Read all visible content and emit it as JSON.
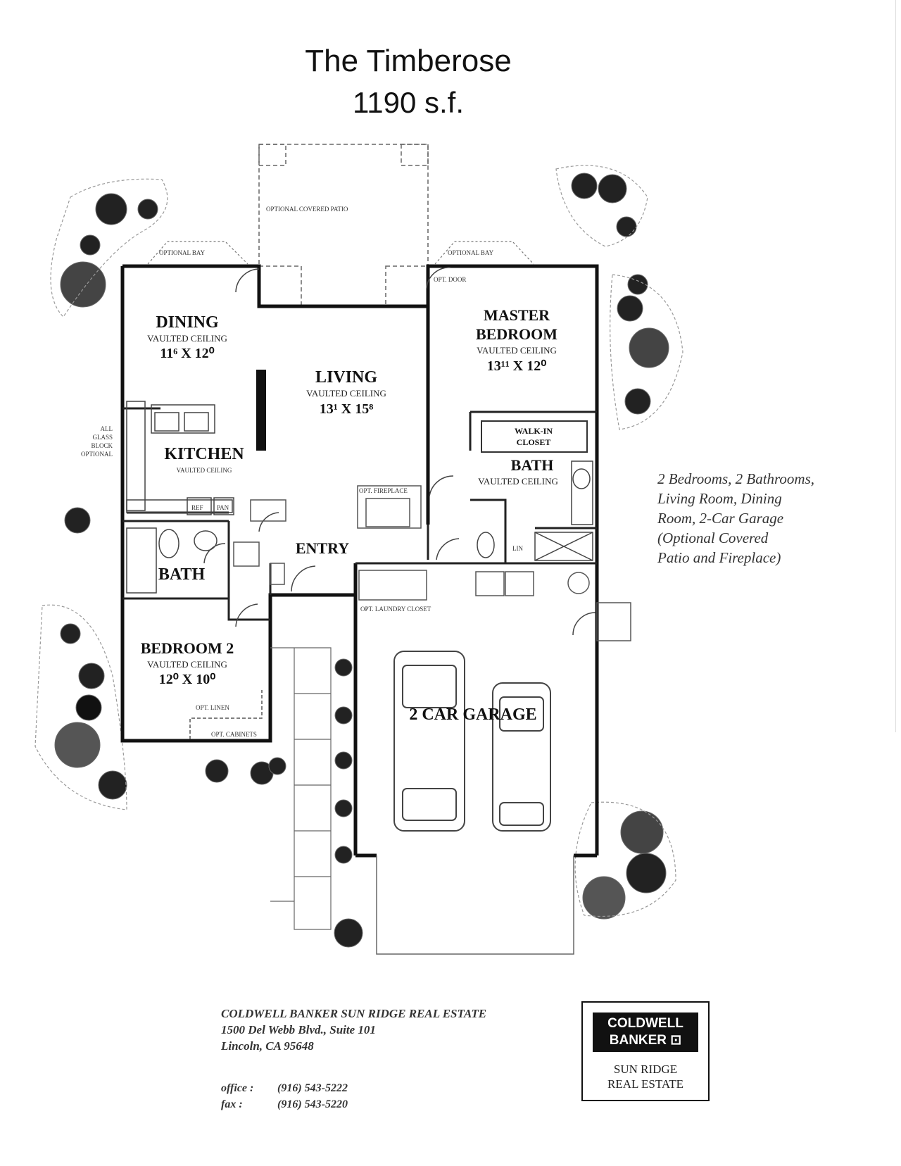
{
  "header": {
    "title": "The Timberose",
    "area": "1190 s.f."
  },
  "rooms": {
    "dining": {
      "name": "DINING",
      "ceiling": "VAULTED CEILING",
      "size": "11⁶ X 12⁰"
    },
    "living": {
      "name": "LIVING",
      "ceiling": "VAULTED CEILING",
      "size": "13¹ X 15⁸"
    },
    "master": {
      "name1": "MASTER",
      "name2": "BEDROOM",
      "ceiling": "VAULTED CEILING",
      "size": "13¹¹ X 12⁰"
    },
    "kitchen": {
      "name": "KITCHEN",
      "ceiling": "VAULTED CEILING"
    },
    "bath_master": {
      "name": "BATH",
      "ceiling": "VAULTED CEILING"
    },
    "bath2": {
      "name": "BATH"
    },
    "bedroom2": {
      "name": "BEDROOM 2",
      "ceiling": "VAULTED CEILING",
      "size": "12⁰ X 10⁰"
    },
    "entry": {
      "name": "ENTRY"
    },
    "garage": {
      "name": "2 CAR GARAGE"
    },
    "walkin": {
      "line1": "WALK-IN",
      "line2": "CLOSET"
    }
  },
  "notes": {
    "patio": "OPTIONAL COVERED PATIO",
    "bay_left": "OPTIONAL BAY",
    "bay_right": "OPTIONAL BAY",
    "opt_door": "OPT. DOOR",
    "glass_block": [
      "ALL",
      "GLASS",
      "BLOCK",
      "OPTIONAL"
    ],
    "opt_fireplace": "OPT. FIREPLACE",
    "opt_linen": "OPT. LINEN",
    "opt_cabinets": "OPT. CABINETS",
    "opt_closet": "OPT. LAUNDRY CLOSET",
    "ref": "REF",
    "pan": "PAN",
    "lin": "LIN"
  },
  "summary": [
    "2 Bedrooms, 2 Bathrooms,",
    "Living Room, Dining",
    "Room, 2-Car Garage",
    "(Optional Covered",
    "Patio and Fireplace)"
  ],
  "agency": {
    "name": "COLDWELL BANKER SUN RIDGE REAL ESTATE",
    "address1": "1500 Del Webb Blvd., Suite 101",
    "address2": "Lincoln, CA 95648",
    "office_label": "office :",
    "office_phone": "(916) 543-5222",
    "fax_label": "fax :",
    "fax_phone": "(916) 543-5220"
  },
  "logo": {
    "line1": "COLDWELL",
    "line2": "BANKER ⊡",
    "line3": "SUN RIDGE",
    "line4": "REAL ESTATE"
  }
}
